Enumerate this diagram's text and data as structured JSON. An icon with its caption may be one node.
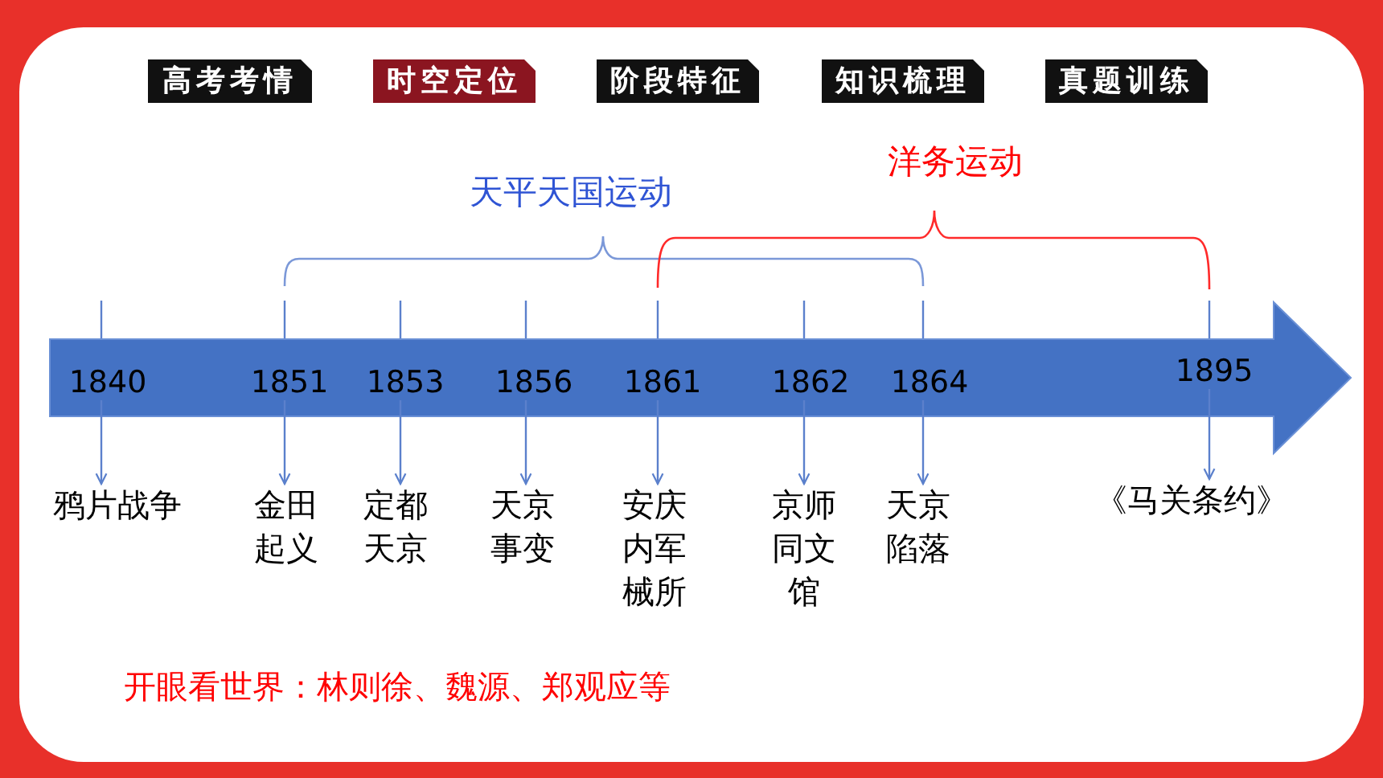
{
  "diagram": {
    "nodes": [
      {
        "text": [
          "高考考情"
        ]
      },
      {
        "text": [
          "时空定位"
        ]
      },
      {
        "text": [
          "阶段特征"
        ]
      },
      {
        "text": [
          "知识梳理"
        ]
      },
      {
        "text": [
          "真题训练"
        ]
      },
      {
        "text": [],
        "shape": "arrow"
      },
      {
        "text": [
          "1840"
        ],
        "in": 5
      },
      {
        "text": [
          "1851"
        ],
        "in": 5
      },
      {
        "text": [
          "1853"
        ],
        "in": 5
      },
      {
        "text": [
          "1856"
        ],
        "in": 5
      },
      {
        "text": [
          "1861"
        ],
        "in": 5
      },
      {
        "text": [
          "1862"
        ],
        "in": 5
      },
      {
        "text": [
          "1864"
        ],
        "in": 5
      },
      {
        "text": [
          "1895"
        ],
        "in": 5
      },
      {
        "text": [
          "鸦片战争"
        ]
      },
      {
        "text": [
          "金田起义"
        ]
      },
      {
        "text": [
          "定都天京"
        ]
      },
      {
        "text": [
          "天京事变"
        ]
      },
      {
        "text": [
          "安庆内军械所"
        ]
      },
      {
        "text": [
          "京师同文馆"
        ]
      },
      {
        "text": [
          "天京陷落"
        ]
      },
      {
        "text": [
          "《马关条约》"
        ]
      }
    ],
    "edges": [
      {
        "from": 6,
        "to": 14,
        "arrow": "to"
      },
      {
        "from": 7,
        "to": 15,
        "arrow": "to"
      },
      {
        "from": 8,
        "to": 16,
        "arrow": "to"
      },
      {
        "from": 9,
        "to": 17,
        "arrow": "to"
      },
      {
        "from": 10,
        "to": 18,
        "arrow": "to"
      },
      {
        "from": 11,
        "to": 19,
        "arrow": "to"
      },
      {
        "from": 12,
        "to": 20,
        "arrow": "to"
      },
      {
        "from": 13,
        "to": 21,
        "arrow": "to"
      }
    ],
    "labels": [
      "天平天国运动",
      "洋务运动",
      "开眼看世界：林则徐、魏源、郑观应等"
    ]
  }
}
